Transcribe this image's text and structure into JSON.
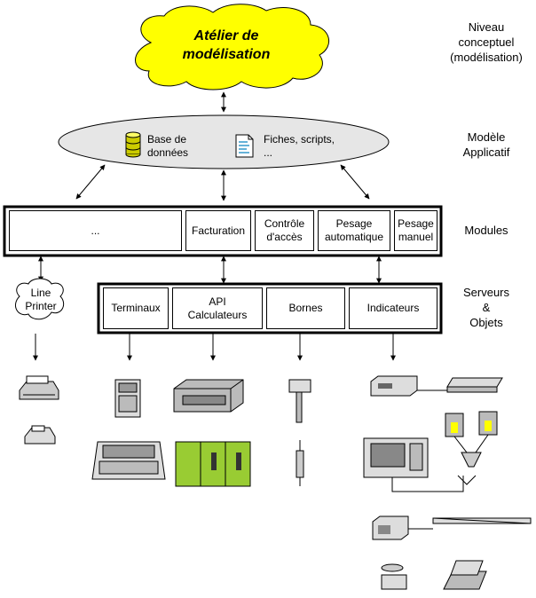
{
  "levels": {
    "conceptual": [
      "Niveau",
      "conceptuel",
      "(modélisation)"
    ],
    "applicatif": [
      "Modèle",
      "Applicatif"
    ],
    "modules": "Modules",
    "serveurs": [
      "Serveurs",
      "&",
      "Objets"
    ]
  },
  "workshop": {
    "line1": "Atélier de",
    "line2": "modélisation"
  },
  "applicatif": {
    "db_line1": "Base de",
    "db_line2": "données",
    "files_line1": "Fiches, scripts,",
    "files_line2": "..."
  },
  "modules": {
    "others": "...",
    "facturation": "Facturation",
    "controle_line1": "Contrôle",
    "controle_line2": "d'accès",
    "pesage_auto_line1": "Pesage",
    "pesage_auto_line2": "automatique",
    "pesage_manuel_line1": "Pesage",
    "pesage_manuel_line2": "manuel"
  },
  "printer": {
    "line1": "Line",
    "line2": "Printer"
  },
  "servers": {
    "terminaux": "Terminaux",
    "api_line1": "API",
    "api_line2": "Calculateurs",
    "bornes": "Bornes",
    "indicateurs": "Indicateurs"
  },
  "colors": {
    "cloud": "#ffff00",
    "ellipse": "#e6e6e6",
    "plc": "#99cc33",
    "database": "#cccc00",
    "border": "#000000"
  }
}
